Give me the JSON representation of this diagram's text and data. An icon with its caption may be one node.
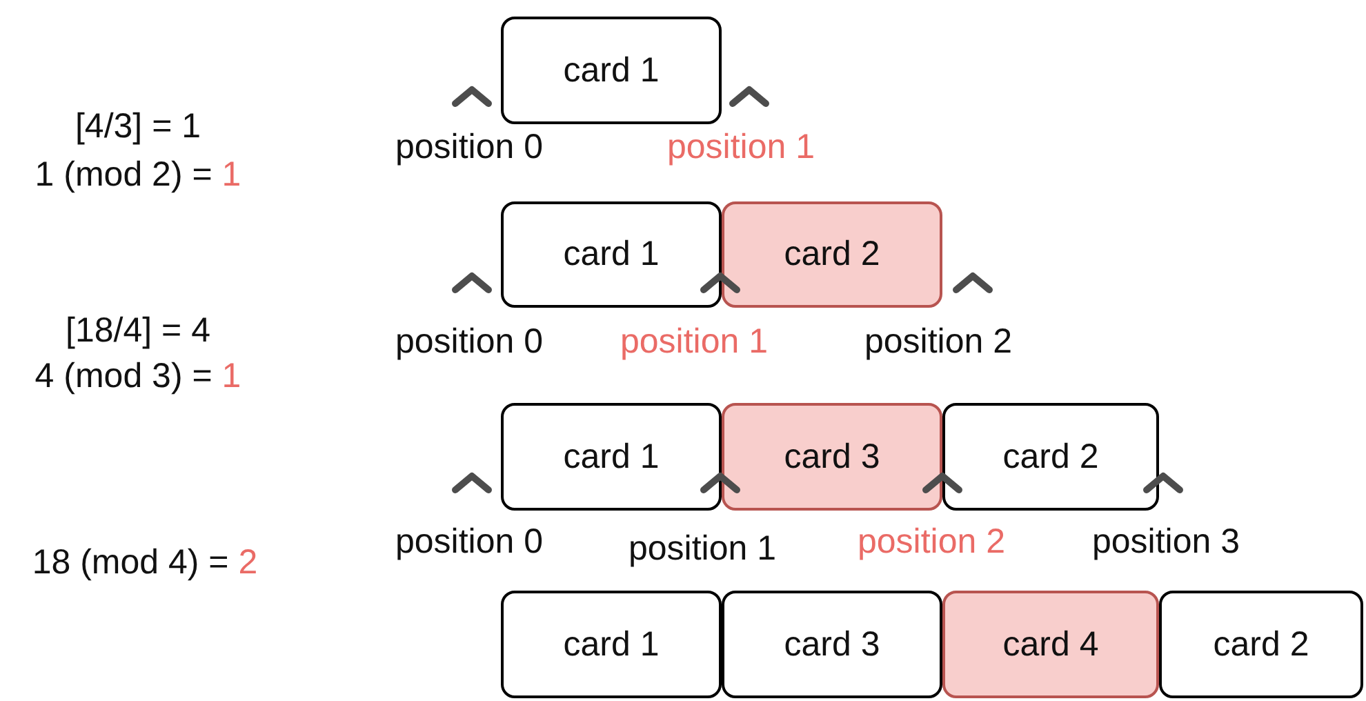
{
  "diagram": {
    "nodes": [
      {
        "text": [
          "card 1"
        ]
      },
      {
        "text": [
          "card 1"
        ]
      },
      {
        "text": [
          "card 2"
        ]
      },
      {
        "text": [
          "card 1"
        ]
      },
      {
        "text": [
          "card 3"
        ]
      },
      {
        "text": [
          "card 2"
        ]
      },
      {
        "text": [
          "card 1"
        ]
      },
      {
        "text": [
          "card 3"
        ]
      },
      {
        "text": [
          "card 4"
        ]
      },
      {
        "text": [
          "card 2"
        ]
      }
    ],
    "labels": [
      "[4/3] = 1",
      "1 (mod 2) =",
      "1",
      "position 0",
      "position 1",
      "[18/4] = 4",
      "4 (mod 3) =",
      "1",
      "position 0",
      "position 1",
      "position 2",
      "18 (mod 4) =",
      "2",
      "position 0",
      "position 1",
      "position 2",
      "position 3"
    ]
  }
}
